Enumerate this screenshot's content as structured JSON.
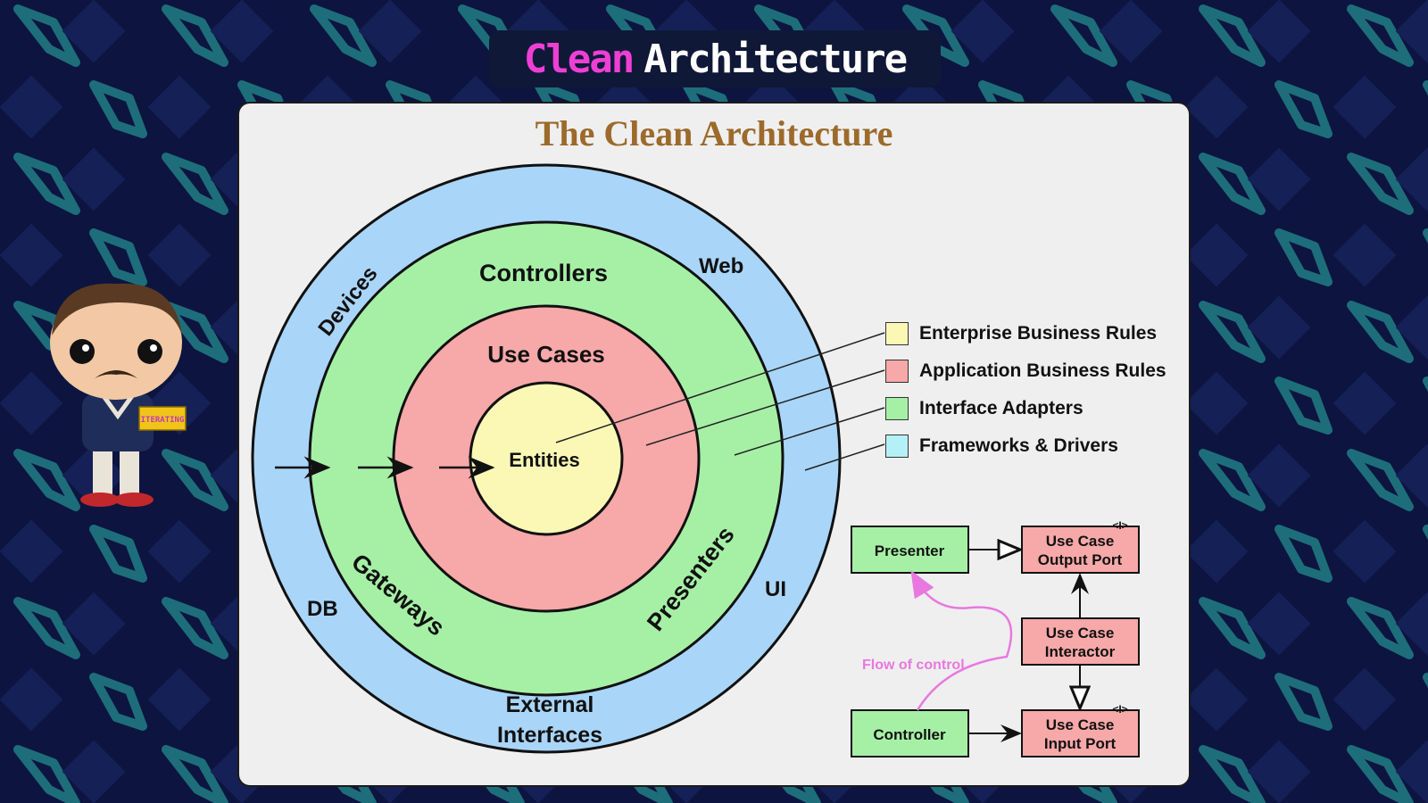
{
  "header": {
    "word1": "Clean",
    "word2": "Architecture"
  },
  "diagram": {
    "title": "The Clean Architecture",
    "rings": {
      "outer": [
        "Devices",
        "Web",
        "DB",
        "UI",
        "External",
        "Interfaces"
      ],
      "adapters": [
        "Controllers",
        "Gateways",
        "Presenters"
      ],
      "use_cases": "Use Cases",
      "entities": "Entities"
    },
    "legend": [
      {
        "label": "Enterprise Business Rules",
        "color": "#fbf8b6"
      },
      {
        "label": "Application Business Rules",
        "color": "#f7a8a8"
      },
      {
        "label": "Interface Adapters",
        "color": "#a6f0a6"
      },
      {
        "label": "Frameworks & Drivers",
        "color": "#b4f1f7"
      }
    ],
    "flow": {
      "presenter": "Presenter",
      "controller": "Controller",
      "output_port": [
        "Use Case",
        "Output Port"
      ],
      "interactor": [
        "Use Case",
        "Interactor"
      ],
      "input_port": [
        "Use Case",
        "Input Port"
      ],
      "interface_marker": "<I>",
      "flow_label": "Flow of control"
    }
  },
  "mascot": {
    "sign_text": "ITERATING"
  },
  "colors": {
    "background": "#0d1440",
    "pattern": "#1d6e7a",
    "title_accent": "#ee3fd5",
    "outer_ring": "#a9d5f8",
    "adapters_ring": "#a6f0a6",
    "use_cases_ring": "#f7a8a8",
    "entities": "#fbf8b6",
    "flow_box_green": "#a6f0a6",
    "flow_box_red": "#f7a8a8",
    "flow_label": "#e878e0",
    "diagram_title": "#9c6a2b"
  },
  "icons": [
    "arrow-right-icon",
    "interface-marker-icon",
    "funko-figure-icon"
  ]
}
